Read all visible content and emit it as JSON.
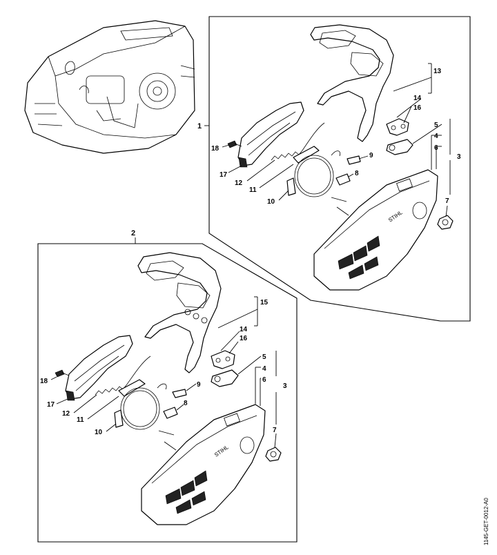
{
  "groups": {
    "top": {
      "number": "1"
    },
    "bottom": {
      "number": "2"
    }
  },
  "callouts": {
    "top": {
      "c13": "13",
      "c14": "14",
      "c16": "16",
      "c5": "5",
      "c4": "4",
      "c6": "6",
      "c3": "3",
      "c7": "7",
      "c9": "9",
      "c8": "8",
      "c18": "18",
      "c17": "17",
      "c12": "12",
      "c11": "11",
      "c10": "10"
    },
    "bottom": {
      "c15": "15",
      "c14": "14",
      "c16": "16",
      "c5": "5",
      "c4": "4",
      "c6": "6",
      "c3": "3",
      "c7": "7",
      "c9": "9",
      "c8": "8",
      "c18": "18",
      "c17": "17",
      "c12": "12",
      "c11": "11",
      "c10": "10"
    }
  },
  "brand_text": "STIHL",
  "reference_code": "1145-GET-0012-A0"
}
